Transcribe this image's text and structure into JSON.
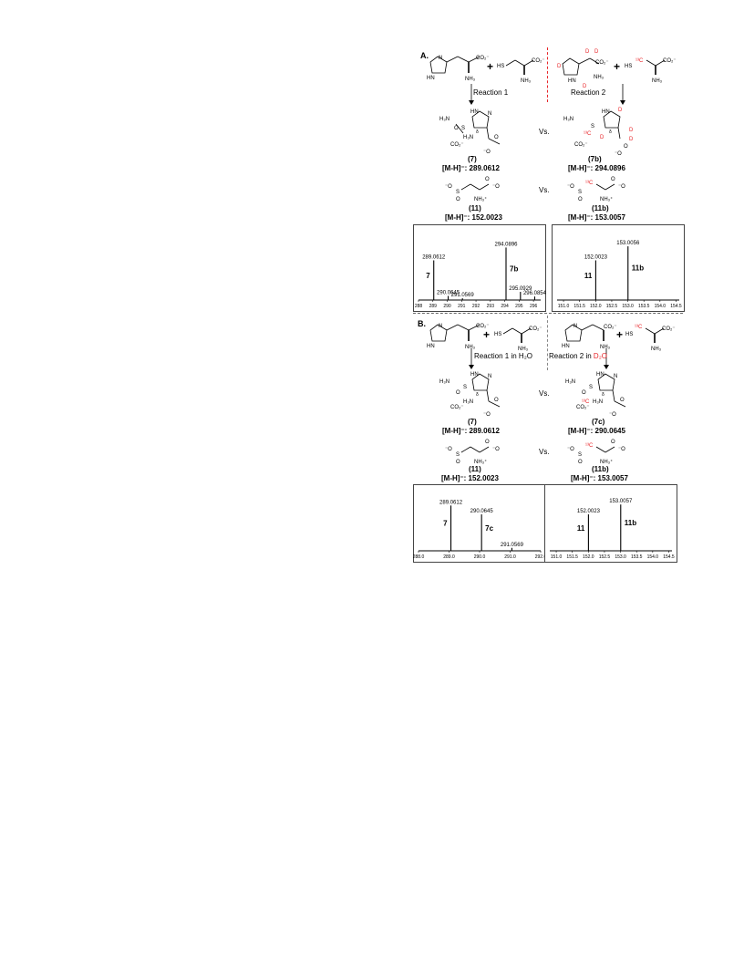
{
  "panel_a": {
    "label": "A.",
    "reaction1": "Reaction 1",
    "reaction2": "Reaction 2",
    "vs1": "Vs.",
    "vs2": "Vs.",
    "c7": "(7)",
    "c7b": "(7b)",
    "m7": "[M-H]⁻: 289.0612",
    "m7b": "[M-H]⁻: 294.0896",
    "c11": "(11)",
    "c11b": "(11b)",
    "m11": "[M-H]⁻: 152.0023",
    "m11b": "[M-H]⁻: 153.0057"
  },
  "panel_b": {
    "label": "B.",
    "reaction1": "Reaction 1 in H₂O",
    "reaction2_prefix": "Reaction 2 in ",
    "reaction2_solvent": "D₂O",
    "vs1": "Vs.",
    "vs2": "Vs.",
    "c7": "(7)",
    "c7c": "(7c)",
    "m7": "[M-H]⁻: 289.0612",
    "m7c": "[M-H]⁻: 290.0645",
    "c11": "(11)",
    "c11b": "(11b)",
    "m11": "[M-H]⁻: 152.0023",
    "m11b": "[M-H]⁻: 153.0057"
  },
  "atom_labels": {
    "co2": "CO₂⁻",
    "nh3": "NH₃",
    "nh3p": "NH₃⁺",
    "hn": "HN",
    "n": "N",
    "hs": "HS",
    "s": "S",
    "o": "O",
    "om": "⁻O",
    "h3n": "H₃N",
    "c13": "¹³C",
    "d": "D",
    "delta": "δ",
    "plus": "+"
  },
  "colors": {
    "isotope": "#e8262a",
    "spectrum_frame": "#444444"
  },
  "chart_data": [
    {
      "type": "bar",
      "panel": "A-left",
      "xlim": [
        288,
        296.5
      ],
      "ylim": [
        0,
        100
      ],
      "xticks": [
        "288",
        "289",
        "290",
        "291",
        "292",
        "293",
        "294",
        "295",
        "296"
      ],
      "peaks": [
        {
          "x": 289.0612,
          "y": 68,
          "label": "289.0612"
        },
        {
          "x": 290.0645,
          "y": 7,
          "label": "290.0645"
        },
        {
          "x": 291.0569,
          "y": 3,
          "label": "291.0569"
        },
        {
          "x": 294.0896,
          "y": 90,
          "label": "294.0896"
        },
        {
          "x": 295.0929,
          "y": 14,
          "label": "295.0929"
        },
        {
          "x": 296.0854,
          "y": 6,
          "label": "296.0854"
        }
      ],
      "compound_labels": [
        {
          "text": "7",
          "near": 289.0612
        },
        {
          "text": "7b",
          "near": 294.0896
        }
      ]
    },
    {
      "type": "bar",
      "panel": "A-right",
      "xlim": [
        150.8,
        154.6
      ],
      "ylim": [
        0,
        100
      ],
      "xticks": [
        "151.0",
        "151.5",
        "152.0",
        "152.5",
        "153.0",
        "153.5",
        "154.0",
        "154.5"
      ],
      "peaks": [
        {
          "x": 152.0023,
          "y": 68,
          "label": "152.0023"
        },
        {
          "x": 153.0056,
          "y": 92,
          "label": "153.0056"
        }
      ],
      "compound_labels": [
        {
          "text": "11",
          "near": 152.0023
        },
        {
          "text": "11b",
          "near": 153.0056
        }
      ]
    },
    {
      "type": "bar",
      "panel": "B-left",
      "xlim": [
        288.0,
        292.0
      ],
      "ylim": [
        0,
        100
      ],
      "xticks": [
        "288.0",
        "289.0",
        "290.0",
        "291.0",
        "292.0"
      ],
      "peaks": [
        {
          "x": 289.0612,
          "y": 92,
          "label": "289.0612"
        },
        {
          "x": 290.0645,
          "y": 74,
          "label": "290.0645"
        },
        {
          "x": 291.0569,
          "y": 6,
          "label": "291.0569"
        }
      ],
      "compound_labels": [
        {
          "text": "7",
          "near": 289.0612
        },
        {
          "text": "7c",
          "near": 290.0645
        }
      ]
    },
    {
      "type": "bar",
      "panel": "B-right",
      "xlim": [
        150.8,
        154.6
      ],
      "ylim": [
        0,
        100
      ],
      "xticks": [
        "151.0",
        "151.5",
        "152.0",
        "152.5",
        "153.0",
        "153.5",
        "154.0",
        "154.5"
      ],
      "peaks": [
        {
          "x": 152.0023,
          "y": 74,
          "label": "152.0023"
        },
        {
          "x": 153.0057,
          "y": 94,
          "label": "153.0057"
        }
      ],
      "compound_labels": [
        {
          "text": "11",
          "near": 152.0023
        },
        {
          "text": "11b",
          "near": 153.0057
        }
      ]
    }
  ]
}
